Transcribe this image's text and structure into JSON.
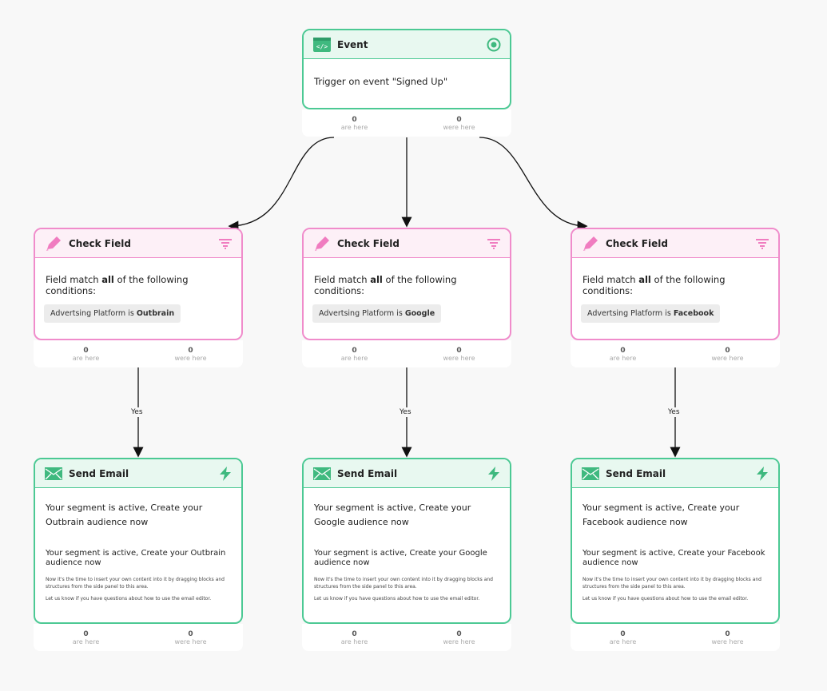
{
  "event": {
    "title": "Event",
    "description": "Trigger on event \"Signed Up\"",
    "icon": "code-window-icon",
    "right_icon": "target-icon",
    "stats": {
      "are_here": "0",
      "are_here_label": "are here",
      "were_here": "0",
      "were_here_label": "were here"
    }
  },
  "branches": [
    {
      "check": {
        "title": "Check Field",
        "match_prefix": "Field match ",
        "match_bold": "all",
        "match_suffix": " of the following conditions:",
        "condition_prefix": "Advertsing Platform is ",
        "condition_value": "Outbrain",
        "stats": {
          "are_here": "0",
          "are_here_label": "are here",
          "were_here": "0",
          "were_here_label": "were here"
        }
      },
      "edge_label": "Yes",
      "email": {
        "title": "Send Email",
        "subject": "Your segment is active, Create your Outbrain audience now",
        "preview_heading": "Your segment is active, Create your Outbrain audience now",
        "preview_body": "Now it's the time to insert your own content into it by dragging blocks and structures from the side panel to this area.",
        "preview_footer": "Let us know if you have questions about how to use the email editor.",
        "stats": {
          "are_here": "0",
          "are_here_label": "are here",
          "were_here": "0",
          "were_here_label": "were here"
        }
      }
    },
    {
      "check": {
        "title": "Check Field",
        "match_prefix": "Field match ",
        "match_bold": "all",
        "match_suffix": " of the following conditions:",
        "condition_prefix": "Advertsing Platform is ",
        "condition_value": "Google",
        "stats": {
          "are_here": "0",
          "are_here_label": "are here",
          "were_here": "0",
          "were_here_label": "were here"
        }
      },
      "edge_label": "Yes",
      "email": {
        "title": "Send Email",
        "subject": "Your segment is active, Create your Google audience now",
        "preview_heading": "Your segment is active, Create your Google audience now",
        "preview_body": "Now it's the time to insert your own content into it by dragging blocks and structures from the side panel to this area.",
        "preview_footer": "Let us know if you have questions about how to use the email editor.",
        "stats": {
          "are_here": "0",
          "are_here_label": "are here",
          "were_here": "0",
          "were_here_label": "were here"
        }
      }
    },
    {
      "check": {
        "title": "Check Field",
        "match_prefix": "Field match ",
        "match_bold": "all",
        "match_suffix": " of the following conditions:",
        "condition_prefix": "Advertsing Platform is ",
        "condition_value": "Facebook",
        "stats": {
          "are_here": "0",
          "are_here_label": "are here",
          "were_here": "0",
          "were_here_label": "were here"
        }
      },
      "edge_label": "Yes",
      "email": {
        "title": "Send Email",
        "subject": "Your segment is active, Create your Facebook audience now",
        "preview_heading": "Your segment is active, Create your Facebook audience now",
        "preview_body": "Now it's the time to insert your own content into it by dragging blocks and structures from the side panel to this area.",
        "preview_footer": "Let us know if you have questions about how to use the email editor.",
        "stats": {
          "are_here": "0",
          "are_here_label": "are here",
          "were_here": "0",
          "were_here_label": "were here"
        }
      }
    }
  ],
  "colors": {
    "green": "#4cc994",
    "pink": "#f08ccb"
  }
}
